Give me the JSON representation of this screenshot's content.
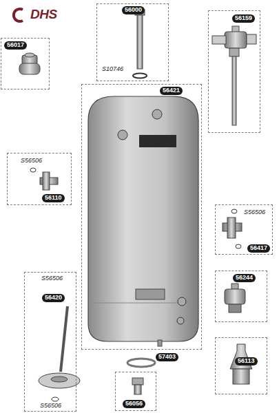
{
  "diagram": {
    "nodes": [
      {
        "text": [
          "56000",
          "S10746"
        ]
      },
      {
        "text": [
          "56159"
        ]
      },
      {
        "text": [
          "56017"
        ]
      },
      {
        "text": [
          "56421"
        ]
      },
      {
        "text": [
          "S56506",
          "56110"
        ]
      },
      {
        "text": [
          "S56506",
          "56417"
        ]
      },
      {
        "text": [
          "56244"
        ]
      },
      {
        "text": [
          "S56506",
          "56420",
          "S56506"
        ]
      },
      {
        "text": [
          "56113"
        ]
      },
      {
        "text": [
          "56056"
        ]
      }
    ],
    "labels": [
      "DHS",
      "57403"
    ]
  }
}
